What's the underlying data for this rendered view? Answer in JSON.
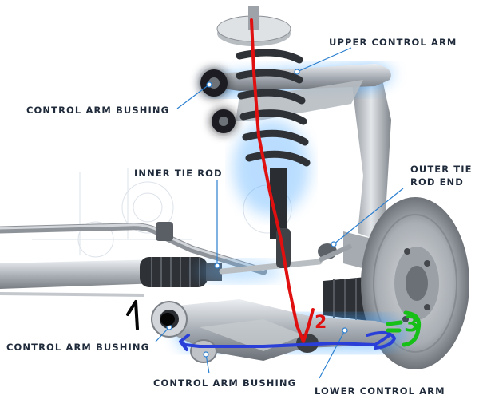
{
  "labels": {
    "upper_control_arm": "UPPER CONTROL ARM",
    "control_arm_bushing_top": "CONTROL ARM BUSHING",
    "inner_tie_rod": "INNER TIE ROD",
    "outer_tie_rod_end_line1": "OUTER TIE",
    "outer_tie_rod_end_line2": "ROD END",
    "control_arm_bushing_left": "CONTROL ARM BUSHING",
    "control_arm_bushing_bottom": "CONTROL ARM BUSHING",
    "lower_control_arm": "LOWER CONTROL ARM"
  },
  "annotations": {
    "mark_1": "1",
    "mark_2": "2",
    "mark_3": "3"
  },
  "colors": {
    "label_text": "#1f2a3a",
    "leader_line": "#2a7fd0",
    "glow": "#3aa0ff",
    "metal_dark": "#3a3d42",
    "metal_mid": "#9aa0a8",
    "metal_light": "#d8dce0",
    "red_marker": "#e01010",
    "blue_marker": "#2a3fd8",
    "green_marker": "#16c016",
    "black_marker": "#050505"
  }
}
